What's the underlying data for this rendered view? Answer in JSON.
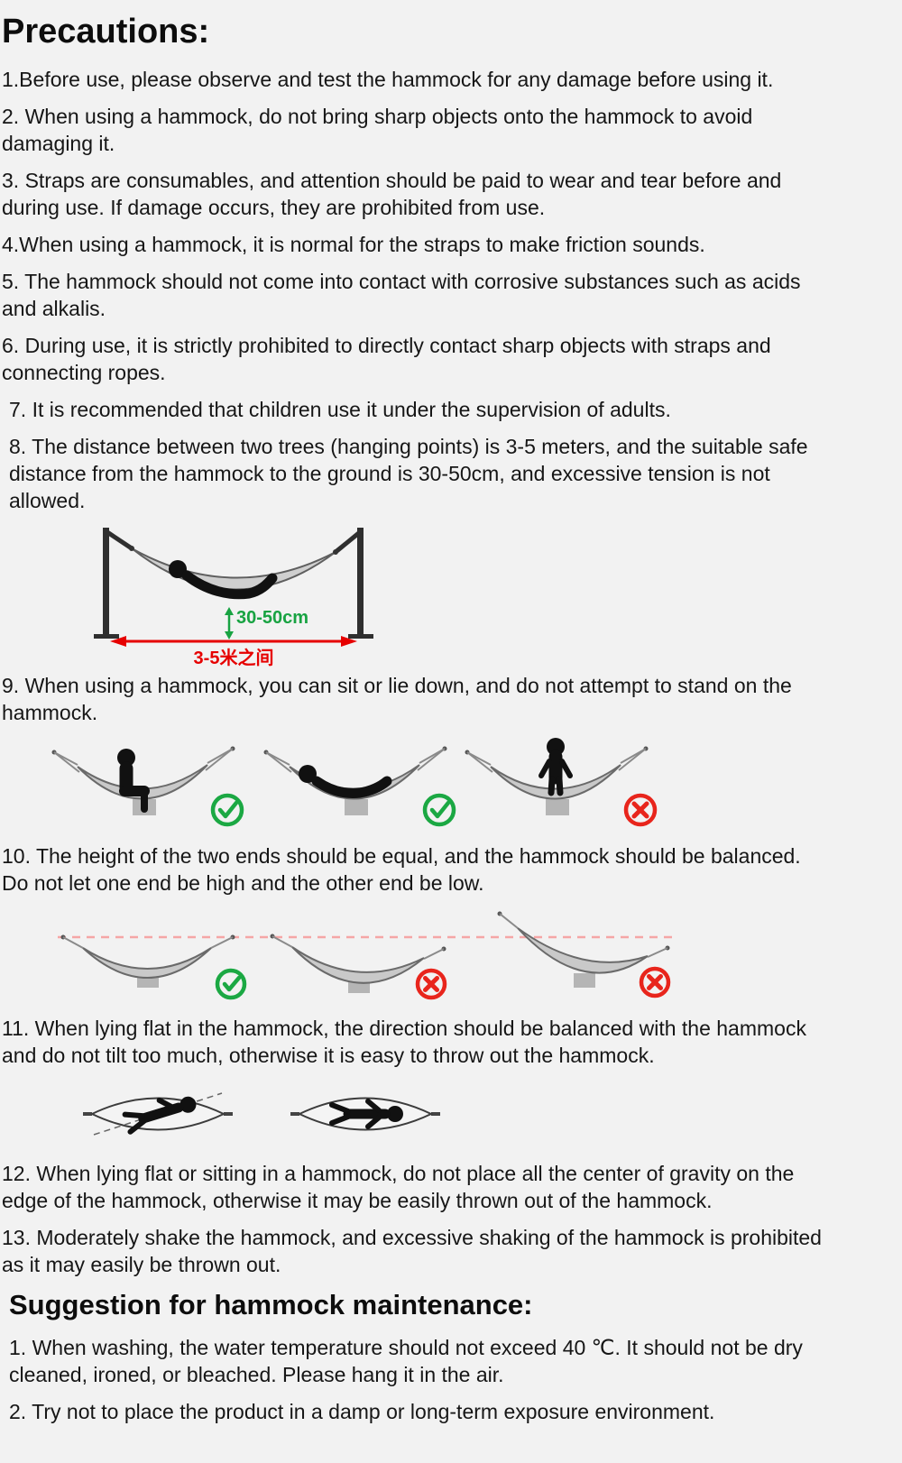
{
  "page": {
    "title": "Precautions:",
    "maintenance_title": "Suggestion for hammock maintenance:"
  },
  "precautions": [
    "1.Before use, please observe and test the hammock for any damage before using it.",
    "2. When using a hammock, do not bring sharp objects onto the hammock to avoid\ndamaging it.",
    "3. Straps are consumables, and attention should be paid to wear and tear before and\nduring use. If damage occurs, they are prohibited from use.",
    "4.When using a hammock, it is normal for the straps to make friction sounds.",
    "5. The hammock should not come into contact with corrosive substances such as acids\nand alkalis.",
    "6. During use, it is strictly prohibited to directly contact sharp objects with straps and\nconnecting ropes.",
    "7. It is recommended that children use it under the supervision of adults.",
    "8. The distance between two trees (hanging points) is 3-5 meters, and the suitable safe\ndistance from the hammock to the ground is 30-50cm, and excessive tension is not\nallowed.",
    "9. When using a hammock, you can sit or lie down, and do not attempt to stand on the\nhammock.",
    "10. The height of the two ends should be equal, and the hammock should be balanced.\nDo not let one end be high and the other end be low.",
    "11. When lying flat in the hammock, the direction should be balanced with the hammock\nand do not tilt too much, otherwise it is easy to throw out the hammock.",
    "12. When lying flat or sitting in a hammock, do not place all the center of gravity on the\nedge of the hammock, otherwise it may be easily thrown out of the hammock.",
    "13. Moderately shake the hammock, and excessive shaking of the hammock is prohibited\nas it may easily be thrown out."
  ],
  "maintenance": [
    "1. When washing, the water temperature should not exceed 40 ℃. It should not be dry\ncleaned, ironed, or bleached. Please hang it in the air.",
    "2. Try not to place the product in a damp or long-term exposure environment."
  ],
  "diagrams": {
    "hanging": {
      "height_label": "30-50cm",
      "distance_label": "3-5米之间"
    },
    "colors": {
      "ok_green": "#1ba843",
      "warn_red": "#e8251c",
      "height_label_green": "#18a342",
      "distance_label_red": "#e60000",
      "guide_line_pink": "#f5a6a6",
      "background": "#f2f2f2"
    }
  }
}
